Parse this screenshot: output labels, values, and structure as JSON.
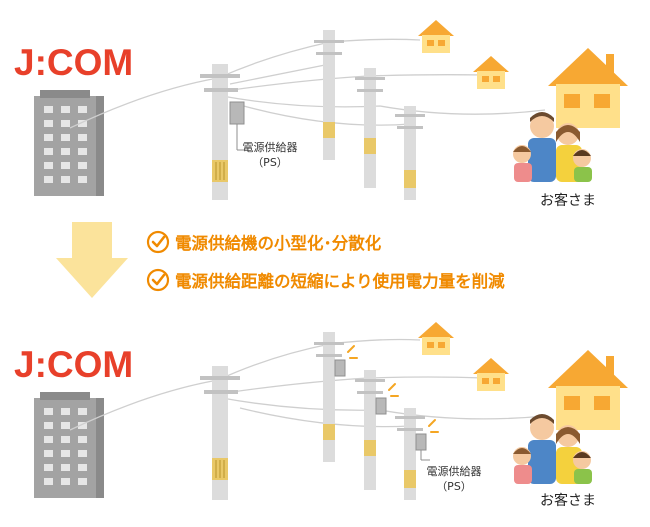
{
  "diagram": {
    "before": {
      "logo": "J:COM",
      "ps_label_line1": "電源供給器",
      "ps_label_line2": "（PS）",
      "customer_label": "お客さま"
    },
    "benefits": [
      "電源供給機の小型化･分散化",
      "電源供給距離の短縮により使用電力量を削減"
    ],
    "after": {
      "logo": "J:COM",
      "ps_label_line1": "電源供給器",
      "ps_label_line2": "（PS）",
      "customer_label": "お客さま"
    }
  },
  "colors": {
    "brand_red": "#e8402a",
    "accent_orange": "#f08a00",
    "arrow_yellow": "#fbe39b",
    "house_orange": "#f7a833",
    "building_gray": "#9a9a9a",
    "pole_gray": "#dcdcdc"
  },
  "icons": [
    "building-icon",
    "utility-pole-icon",
    "power-supply-box-icon",
    "house-icon",
    "family-icon",
    "check-circle-icon",
    "down-arrow-icon",
    "sparkle-icon"
  ]
}
